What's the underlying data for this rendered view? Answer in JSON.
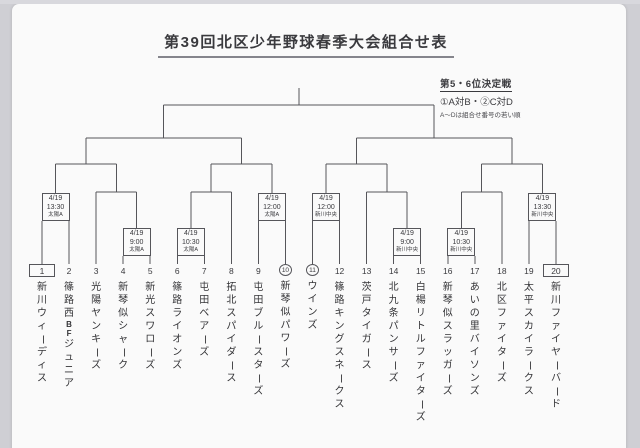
{
  "page": {
    "title": "第39回北区少年野球春季大会組合せ表"
  },
  "note": {
    "heading": "第5・6位決定戦",
    "line1": "①A対B・②C対D",
    "line2": "A〜Dは組合せ番号の若い順"
  },
  "teams": [
    {
      "num": "1",
      "name": "新川ウィーディス",
      "mark": "box"
    },
    {
      "num": "2",
      "name": "篠路西BFジュニア",
      "mark": "none"
    },
    {
      "num": "3",
      "name": "光陽ヤンキーズ",
      "mark": "none"
    },
    {
      "num": "4",
      "name": "新琴似シャーク",
      "mark": "none"
    },
    {
      "num": "5",
      "name": "新光スワローズ",
      "mark": "none"
    },
    {
      "num": "6",
      "name": "篠路ライオンズ",
      "mark": "none"
    },
    {
      "num": "7",
      "name": "屯田ベアーズ",
      "mark": "none"
    },
    {
      "num": "8",
      "name": "拓北スパイダース",
      "mark": "none"
    },
    {
      "num": "9",
      "name": "屯田ブルースターズ",
      "mark": "none"
    },
    {
      "num": "10",
      "name": "新琴似パワーズ",
      "mark": "circle"
    },
    {
      "num": "11",
      "name": "ウインズ",
      "mark": "circle"
    },
    {
      "num": "12",
      "name": "篠路キングスネークス",
      "mark": "none"
    },
    {
      "num": "13",
      "name": "茨戸タイガース",
      "mark": "none"
    },
    {
      "num": "14",
      "name": "北九条パンサーズ",
      "mark": "none"
    },
    {
      "num": "15",
      "name": "白楊リトルファイターズ",
      "mark": "none"
    },
    {
      "num": "16",
      "name": "新琴似スラッガーズ",
      "mark": "none"
    },
    {
      "num": "17",
      "name": "あいの里バイソンズ",
      "mark": "none"
    },
    {
      "num": "18",
      "name": "北区ファイターズ",
      "mark": "none"
    },
    {
      "num": "19",
      "name": "太平スカイラークス",
      "mark": "none"
    },
    {
      "num": "20",
      "name": "新川ファイヤーバード",
      "mark": "box"
    }
  ],
  "matches": [
    {
      "teams": [
        1,
        2
      ],
      "round_level": "upper",
      "date": "4/19",
      "time": "13:30",
      "venue": "太陽A"
    },
    {
      "teams": [
        4,
        5
      ],
      "round_level": "lower",
      "date": "4/19",
      "time": "9:00",
      "venue": "太陽A"
    },
    {
      "teams": [
        6,
        7
      ],
      "round_level": "lower",
      "date": "4/19",
      "time": "10:30",
      "venue": "太陽A"
    },
    {
      "teams": [
        9,
        10
      ],
      "round_level": "upper",
      "date": "4/19",
      "time": "12:00",
      "venue": "太陽A"
    },
    {
      "teams": [
        11,
        12
      ],
      "round_level": "upper",
      "date": "4/19",
      "time": "12:00",
      "venue": "新川中央"
    },
    {
      "teams": [
        14,
        15
      ],
      "round_level": "lower",
      "date": "4/19",
      "time": "9:00",
      "venue": "新川中央"
    },
    {
      "teams": [
        16,
        17
      ],
      "round_level": "lower",
      "date": "4/19",
      "time": "10:30",
      "venue": "新川中央"
    },
    {
      "teams": [
        19,
        20
      ],
      "round_level": "upper",
      "date": "4/19",
      "time": "13:30",
      "venue": "新川中央"
    }
  ],
  "byes": [
    3,
    8,
    13,
    18
  ],
  "colors": {
    "line": "#55555a",
    "text": "#3a3a3e",
    "page_bg": "#fafafa",
    "margin_bg": "#cfcfd4"
  }
}
